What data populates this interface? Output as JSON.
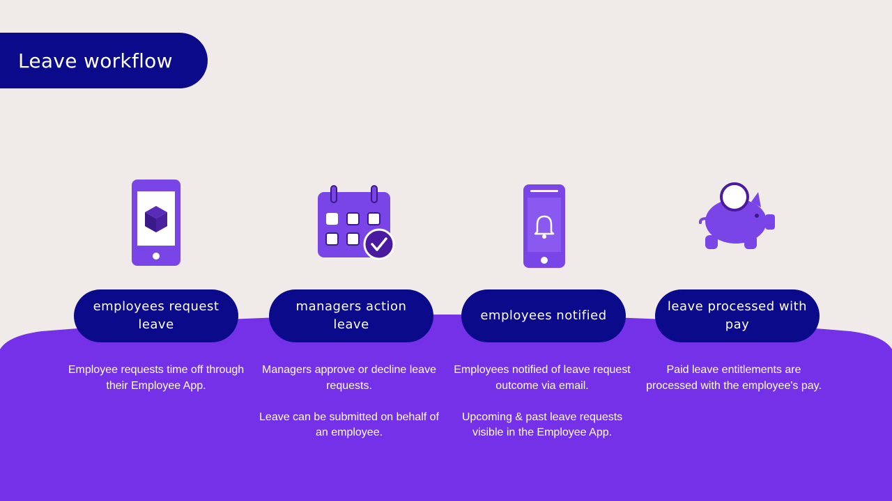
{
  "title": "Leave workflow",
  "colors": {
    "background": "#f0ebe8",
    "navy": "#0a0a8a",
    "purple": "#7531e8",
    "icon_purple": "#7a45e6",
    "icon_dark": "#3a1a8a"
  },
  "steps": [
    {
      "icon": "phone-cube-icon",
      "label": "employees request leave",
      "lines": [
        "Employee requests time off through their Employee App."
      ]
    },
    {
      "icon": "calendar-check-icon",
      "label": "managers action leave",
      "lines": [
        "Managers approve or decline leave requests.",
        "Leave can be  submitted on behalf of an employee."
      ]
    },
    {
      "icon": "phone-bell-icon",
      "label": "employees notified",
      "lines": [
        "Employees notified of leave request outcome via email.",
        "Upcoming & past leave requests visible in the Employee App."
      ]
    },
    {
      "icon": "piggy-bank-icon",
      "label": "leave processed with pay",
      "lines": [
        "Paid leave entitlements are processed with the employee's pay."
      ]
    }
  ]
}
